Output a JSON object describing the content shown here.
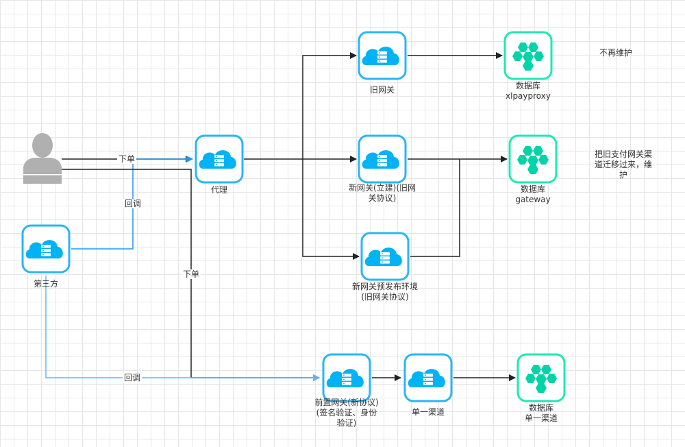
{
  "colors": {
    "server_border": "#29b6f6",
    "server_cloud": "#00b3f5",
    "db_border": "#1de9b6",
    "db_fill": "#00d4a8",
    "line_black": "#222222",
    "line_blue": "#2196f3",
    "line_lightblue": "#64b5f6",
    "user_gray": "#b0b0b0"
  },
  "icons": {
    "server": "cloud-server-icon",
    "database": "hexagon-database-icon",
    "user": "user-silhouette-icon"
  },
  "nodes": {
    "old_gateway": "旧网关",
    "db_xlpayproxy": "数据库\nxlpayproxy",
    "new_gateway": "新网关(立建)(旧网\n关协议)",
    "db_gateway": "数据库\ngateway",
    "proxy": "代理",
    "third_party": "第三方",
    "new_gateway_pre": "新网关预发布环境\n(旧网关协议)",
    "front_gateway": "前置网关(新协议)\n(签名验证、身份\n验证)",
    "single_channel": "单一渠道",
    "db_single": "数据库\n单一渠道"
  },
  "edges": {
    "order_top": "下单",
    "callback_top": "回调",
    "order_mid": "下单",
    "callback_bottom": "回调"
  },
  "notes": {
    "no_maintain": "不再维护",
    "migrate": "把旧支付网关渠\n道迁移过来，维\n护"
  }
}
